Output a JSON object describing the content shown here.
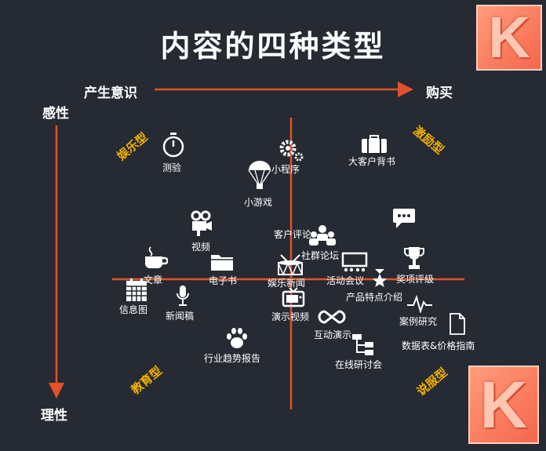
{
  "title": "内容的四种类型",
  "axes": {
    "top_left": "产生意识",
    "top_right": "购买",
    "left_top": "感性",
    "left_bottom": "理性"
  },
  "quadrants": {
    "top_left": "娱乐型",
    "top_right": "激励型",
    "bottom_left": "教育型",
    "bottom_right": "说服型"
  },
  "items": {
    "quiz": "测验",
    "mini_program": "小程序",
    "mini_game": "小游戏",
    "vip_endorsement": "大客户背书",
    "video": "视频",
    "customer_review": "客户评论",
    "community_forum": "社群论坛",
    "article": "文章",
    "ebook": "电子书",
    "entertainment_news": "娱乐新闻",
    "event": "活动会议",
    "awards": "奖项评级",
    "infographic": "信息图",
    "press_release": "新闻稿",
    "product_feature": "产品特点介绍",
    "demo_video": "演示视频",
    "interactive_demo": "互动演示",
    "case_study": "案例研究",
    "industry_report": "行业趋势报告",
    "data_sheet": "数据表&价格指南",
    "webinar": "在线研讨会"
  },
  "logo_letter": "K",
  "colors": {
    "background": "#262a33",
    "axis": "#e4512a",
    "quadrant_label": "#f2b100",
    "text": "#ffffff"
  }
}
